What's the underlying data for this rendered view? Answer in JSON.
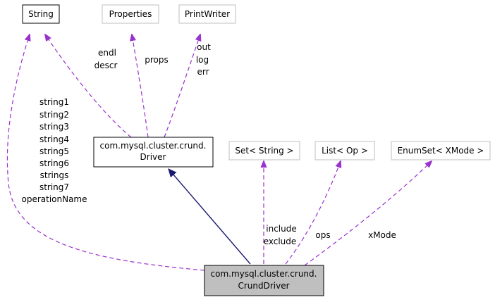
{
  "nodes": {
    "string": {
      "label": [
        "String"
      ]
    },
    "properties": {
      "label": [
        "Properties"
      ]
    },
    "printwriter": {
      "label": [
        "PrintWriter"
      ]
    },
    "driver": {
      "label": [
        "com.mysql.cluster.crund.",
        "Driver"
      ]
    },
    "set_string": {
      "label": [
        "Set< String >"
      ]
    },
    "list_op": {
      "label": [
        "List< Op >"
      ]
    },
    "enumset_xmode": {
      "label": [
        "EnumSet< XMode >"
      ]
    },
    "crunddriver": {
      "label": [
        "com.mysql.cluster.crund.",
        "CrundDriver"
      ]
    }
  },
  "edges": {
    "driver_string": {
      "labels": [
        "endl",
        "descr"
      ]
    },
    "driver_properties": {
      "labels": [
        "props"
      ]
    },
    "driver_printwriter": {
      "labels": [
        "out",
        "log",
        "err"
      ]
    },
    "crunddriver_string": {
      "labels": [
        "string1",
        "string2",
        "string3",
        "string4",
        "string5",
        "string6",
        "strings",
        "string7",
        "operationName"
      ]
    },
    "crunddriver_set": {
      "labels": [
        "include",
        "exclude"
      ]
    },
    "crunddriver_list": {
      "labels": [
        "ops"
      ]
    },
    "crunddriver_enumset": {
      "labels": [
        "xMode"
      ]
    }
  },
  "colors": {
    "usage_edge": "#9a32cd",
    "inheritance_edge": "#191970",
    "highlight_fill": "#bfbfbf",
    "muted_border": "#bfbfbf",
    "border": "#000000"
  }
}
